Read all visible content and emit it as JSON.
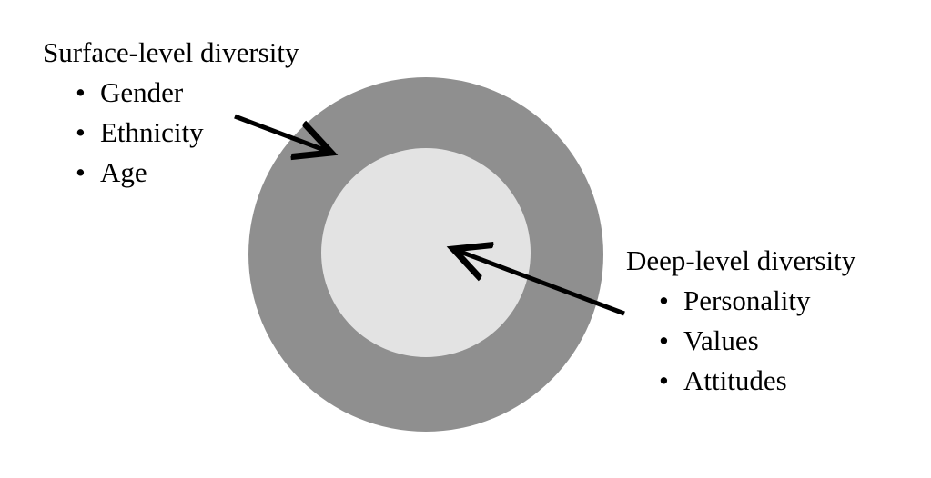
{
  "colors": {
    "outer_ring": "#8f8f8f",
    "inner_circle": "#e3e3e3",
    "arrow": "#000000",
    "text": "#000000",
    "background": "#ffffff"
  },
  "surface": {
    "title": "Surface-level diversity",
    "items": [
      "Gender",
      "Ethnicity",
      "Age"
    ]
  },
  "deep": {
    "title": "Deep-level diversity",
    "items": [
      "Personality",
      "Values",
      "Attitudes"
    ]
  },
  "bullet_glyph": "•"
}
